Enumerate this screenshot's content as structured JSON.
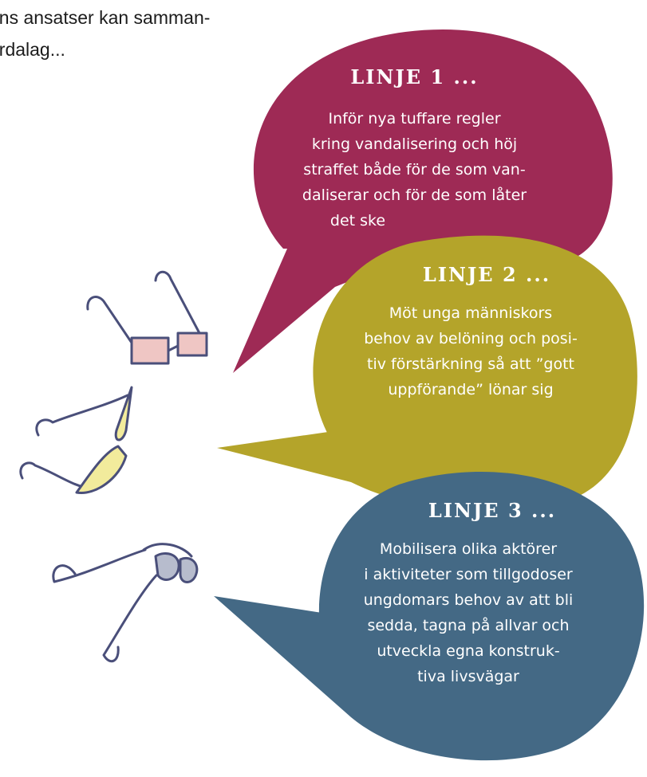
{
  "intro": {
    "lines": [
      "ens ansatser kan samman-",
      "ordalag..."
    ]
  },
  "bubbles": [
    {
      "heading": "LINJE 1 ...",
      "lines": [
        "Inför nya tuffare regler",
        "kring vandalisering och höj",
        "straffet både för de som van-",
        "daliserar och för de som låter",
        "det ske"
      ],
      "color": "#9e2a55"
    },
    {
      "heading": "LINJE 2 ...",
      "lines": [
        "Möt unga människors",
        "behov av belöning och posi-",
        "tiv förstärkning så att ”gott",
        "uppförande” lönar sig"
      ],
      "color": "#b4a42a"
    },
    {
      "heading": "LINJE 3 ...",
      "lines": [
        "Mobilisera olika aktörer",
        "i aktiviteter som tillgodoser",
        "ungdomars behov av att bli",
        "sedda, tagna på allvar och",
        "utveckla egna konstruk-",
        "tiva livsvägar"
      ],
      "color": "#446985"
    }
  ],
  "glasses": [
    {
      "icon": "glasses-pink-icon",
      "lens_color": "#efc6c4"
    },
    {
      "icon": "glasses-yellow-icon",
      "lens_color": "#f2eb9c"
    },
    {
      "icon": "glasses-blue-icon",
      "lens_color": "#b7bccd"
    }
  ]
}
